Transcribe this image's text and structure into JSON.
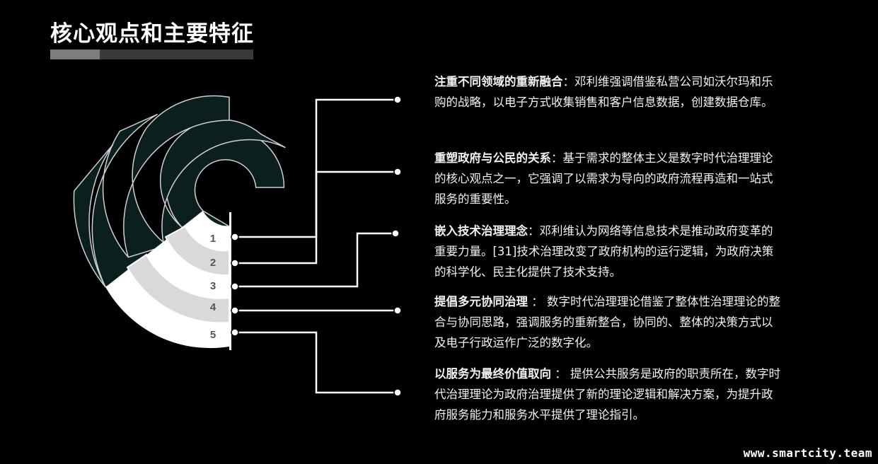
{
  "title": "核心观点和主要特征",
  "rings": [
    {
      "number": "1"
    },
    {
      "number": "2"
    },
    {
      "number": "3"
    },
    {
      "number": "4"
    },
    {
      "number": "5"
    }
  ],
  "items": [
    {
      "head": "注重不同领域的重新融合",
      "sep": "：",
      "body": "邓利维强调借鉴私营公司如沃尔玛和乐购的战略，以电子方式收集销售和客户信息数据，创建数据仓库。"
    },
    {
      "head": "重塑政府与公民的关系",
      "sep": "：",
      "body": "基于需求的整体主义是数字时代治理理论的核心观点之一，它强调了以需求为导向的政府流程再造和一站式服务的重要性。"
    },
    {
      "head": "嵌入技术治理理念",
      "sep": "：",
      "body": "邓利维认为网络等信息技术是推动政府变革的重要力量。[31]技术治理改变了政府机构的运行逻辑，为政府决策的科学化、民主化提供了技术支持。"
    },
    {
      "head": "提倡多元协同治理",
      "sep": " ： ",
      "body": "数字时代治理理论借鉴了整体性治理理论的整合与协同思路，强调服务的重新整合，协同的、整体的决策方式以及电子行政运作广泛的数字化。"
    },
    {
      "head": "以服务为最终价值取向",
      "sep": " ： ",
      "body": "提供公共服务是政府的职责所在，数字时代治理理论为政府治理提供了新的理论逻辑和解决方案，为提升政府服务能力和服务水平提供了理论指引。"
    }
  ],
  "colors": {
    "background": "#000000",
    "ring_dark": "#0b1f1f",
    "ring_light": "#d9d9d9",
    "ring_white": "#ffffff",
    "accent_bar": "#7d7d7d"
  },
  "watermark": "www.smartcity.team"
}
